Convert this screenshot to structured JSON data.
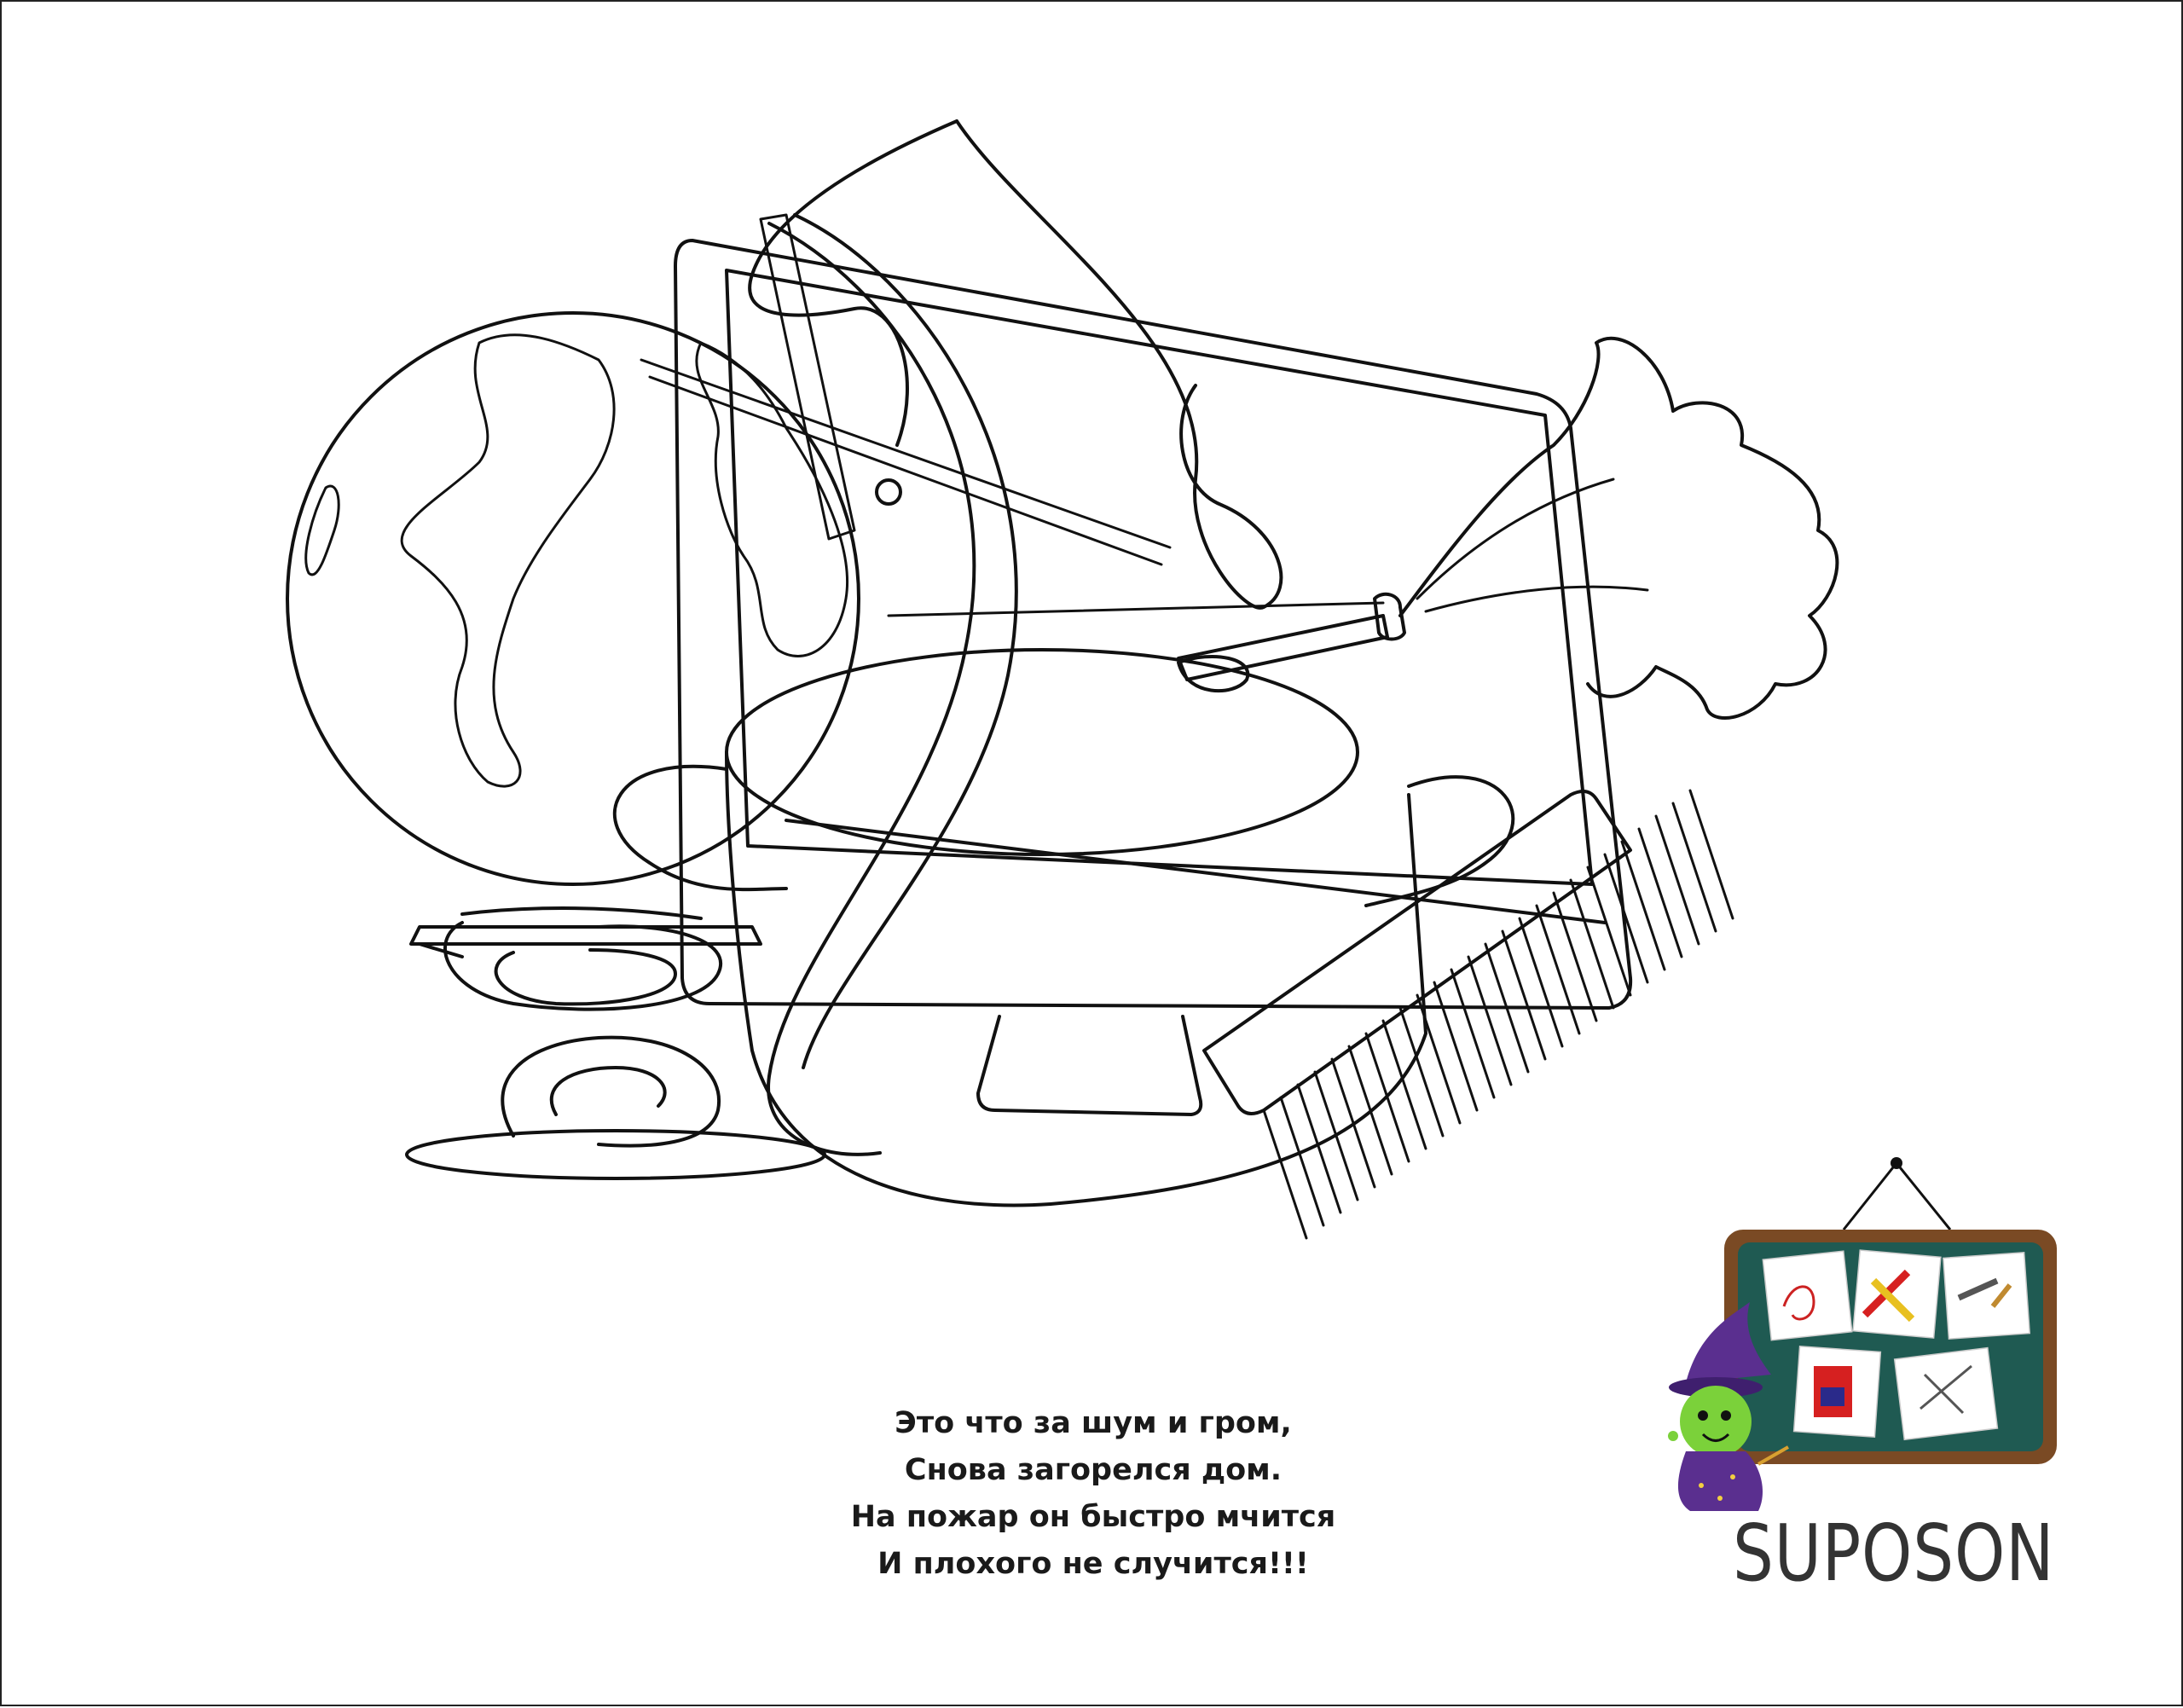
{
  "poem": {
    "lines": [
      "Это что за шум и гром,",
      "Снова загорелся дом.",
      "На пожар он быстро мчится",
      "И плохого не случится!!!"
    ]
  },
  "logo": {
    "brand": "SUPOSON"
  },
  "colors": {
    "line": "#111111",
    "board_frame": "#7a4a24",
    "board_surface": "#1f5a52",
    "wizard_body": "#5a2f8f",
    "wizard_face": "#7bd13a"
  },
  "icons": [
    "globe-icon",
    "monitor-icon",
    "pot-icon",
    "comb-icon",
    "feather-duster-icon",
    "hair-dryer-icon",
    "wizard-mascot-icon",
    "chalkboard-icon"
  ]
}
